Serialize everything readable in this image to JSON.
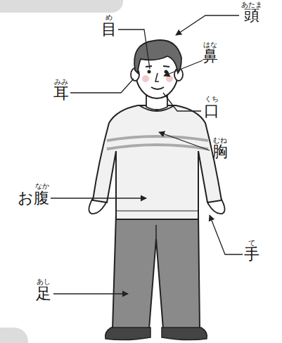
{
  "diagram": {
    "labels": [
      "あたま",
      "頭",
      "め",
      "目",
      "はな",
      "鼻",
      "みみ",
      "耳",
      "くち",
      "口",
      "むね",
      "胸",
      "なか",
      "お腹",
      "て",
      "手",
      "あし",
      "足"
    ]
  }
}
